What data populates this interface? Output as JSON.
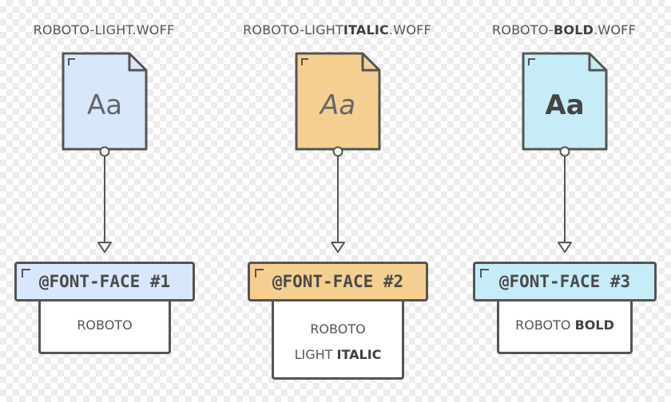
{
  "fonts": [
    {
      "file_prefix": "ROBOTO-LIGHT.WOFF",
      "file_bold": "",
      "file_suffix": "",
      "sample": "Aa",
      "face_label": "@FONT-FACE #1",
      "family_line1": "ROBOTO",
      "family_line2_regular": "",
      "family_line2_bold": "",
      "fill_color": "#d8e7fb"
    },
    {
      "file_prefix": "ROBOTO-LIGHT",
      "file_bold": "ITALIC",
      "file_suffix": ".WOFF",
      "sample": "Aa",
      "face_label": "@FONT-FACE #2",
      "family_line1": "ROBOTO",
      "family_line2_regular": "LIGHT ",
      "family_line2_bold": "ITALIC",
      "fill_color": "#f4cf91"
    },
    {
      "file_prefix": "ROBOTO-",
      "file_bold": "BOLD",
      "file_suffix": ".WOFF",
      "sample": "Aa",
      "face_label": "@FONT-FACE #3",
      "family_line1_regular": "ROBOTO ",
      "family_line1_bold": "BOLD",
      "fill_color": "#c6ecf8"
    }
  ],
  "colors": {
    "stroke": "#545454",
    "connector": "#555555"
  }
}
